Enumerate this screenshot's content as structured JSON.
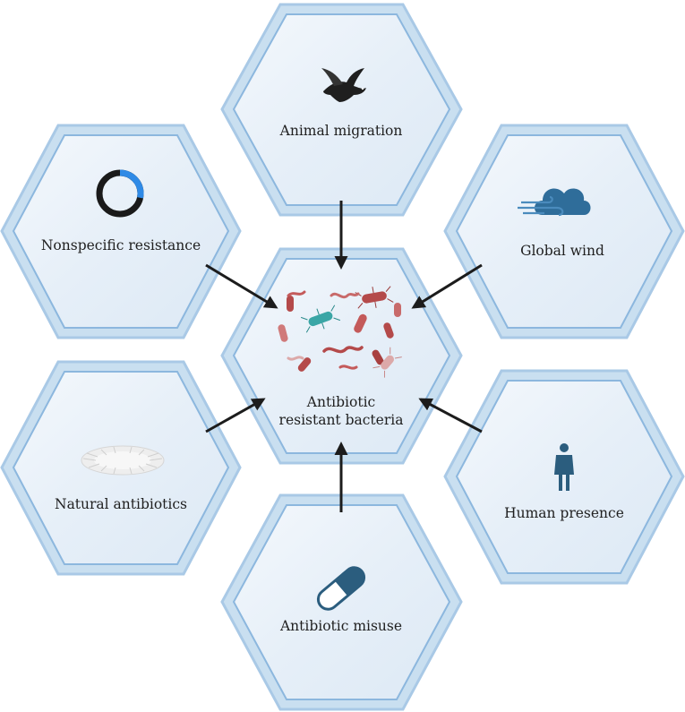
{
  "center": {
    "label_line1": "Antibiotic",
    "label_line2": "resistant bacteria",
    "icon": "bacteria-icon"
  },
  "factors": [
    {
      "id": "animal-migration",
      "label": "Animal migration",
      "icon": "bird-icon"
    },
    {
      "id": "nonspecific-resistance",
      "label": "Nonspecific resistance",
      "icon": "ring-icon"
    },
    {
      "id": "global-wind",
      "label": "Global wind",
      "icon": "cloud-wind-icon"
    },
    {
      "id": "natural-antibiotics",
      "label": "Natural antibiotics",
      "icon": "fungal-colony-icon"
    },
    {
      "id": "human-presence",
      "label": "Human presence",
      "icon": "person-icon"
    },
    {
      "id": "antibiotic-misuse",
      "label": "Antibiotic misuse",
      "icon": "pill-icon"
    }
  ],
  "colors": {
    "hex_border": "#8cb7de",
    "hex_fill": "#eaf2fa",
    "arrow": "#1c1c1c",
    "ring_accent": "#2f8ae6",
    "cloud": "#2f6d9a",
    "person": "#2b5d7e",
    "pill": "#2b5d7e",
    "bacteria_red": "#b44a4a",
    "bacteria_teal": "#3aa6a6"
  }
}
